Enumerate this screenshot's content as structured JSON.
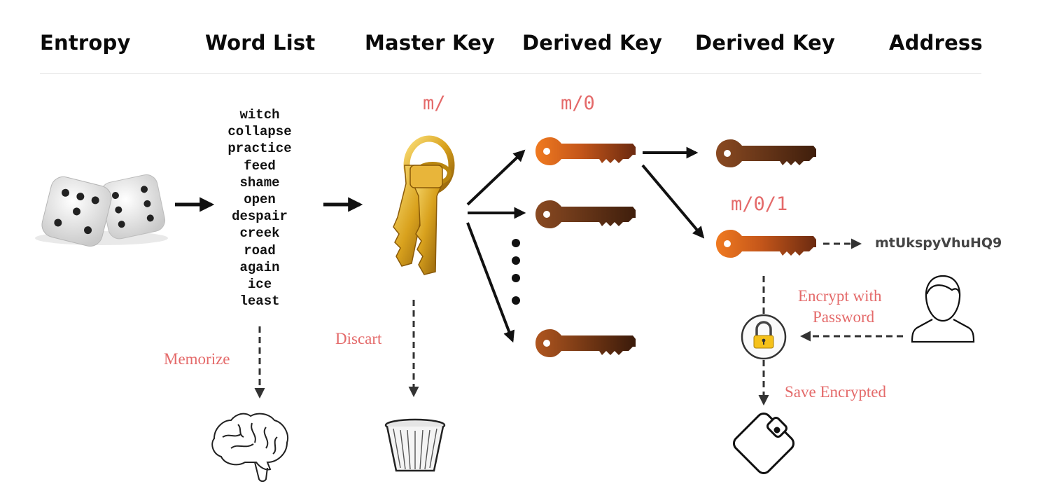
{
  "headers": {
    "entropy": "Entropy",
    "word_list": "Word List",
    "master_key": "Master Key",
    "derived_key_1": "Derived Key",
    "derived_key_2": "Derived Key",
    "address": "Address"
  },
  "words": [
    "witch",
    "collapse",
    "practice",
    "feed",
    "shame",
    "open",
    "despair",
    "creek",
    "road",
    "again",
    "ice",
    "least"
  ],
  "paths": {
    "master": "m/",
    "child": "m/0",
    "grandchild": "m/0/1"
  },
  "address_value": "mtUkspyVhuHQ9",
  "notes": {
    "memorize": "Memorize",
    "discard": "Discart",
    "encrypt_line1": "Encrypt with",
    "encrypt_line2": "Password",
    "save": "Save Encrypted"
  },
  "icons": [
    "dice-icon",
    "master-keys-icon",
    "key-icon",
    "brain-icon",
    "trash-can-icon",
    "padlock-icon",
    "user-icon",
    "wallet-icon"
  ],
  "colors": {
    "accent_text": "#e46a6a",
    "key_orange": "#d8641a",
    "key_dark": "#4a2410",
    "gold": "#d9a21e"
  }
}
